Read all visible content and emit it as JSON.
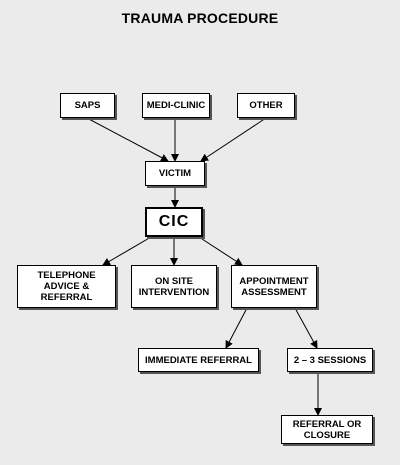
{
  "title": "TRAUMA PROCEDURE",
  "nodes": {
    "saps": "SAPS",
    "medi_clinic": "MEDI-CLINIC",
    "other": "OTHER",
    "victim": "VICTIM",
    "cic": "CIC",
    "telephone": "TELEPHONE\nADVICE &\nREFERRAL",
    "on_site": "ON SITE\nINTERVENTION",
    "appointment": "APPOINTMENT\nASSESSMENT",
    "immediate_referral": "IMMEDIATE REFERRAL",
    "sessions": "2 – 3 SESSIONS",
    "referral_closure": "REFERRAL OR\nCLOSURE"
  },
  "edges": [
    [
      "saps",
      "victim"
    ],
    [
      "medi_clinic",
      "victim"
    ],
    [
      "other",
      "victim"
    ],
    [
      "victim",
      "cic"
    ],
    [
      "cic",
      "telephone"
    ],
    [
      "cic",
      "on_site"
    ],
    [
      "cic",
      "appointment"
    ],
    [
      "appointment",
      "immediate_referral"
    ],
    [
      "appointment",
      "sessions"
    ],
    [
      "sessions",
      "referral_closure"
    ]
  ]
}
